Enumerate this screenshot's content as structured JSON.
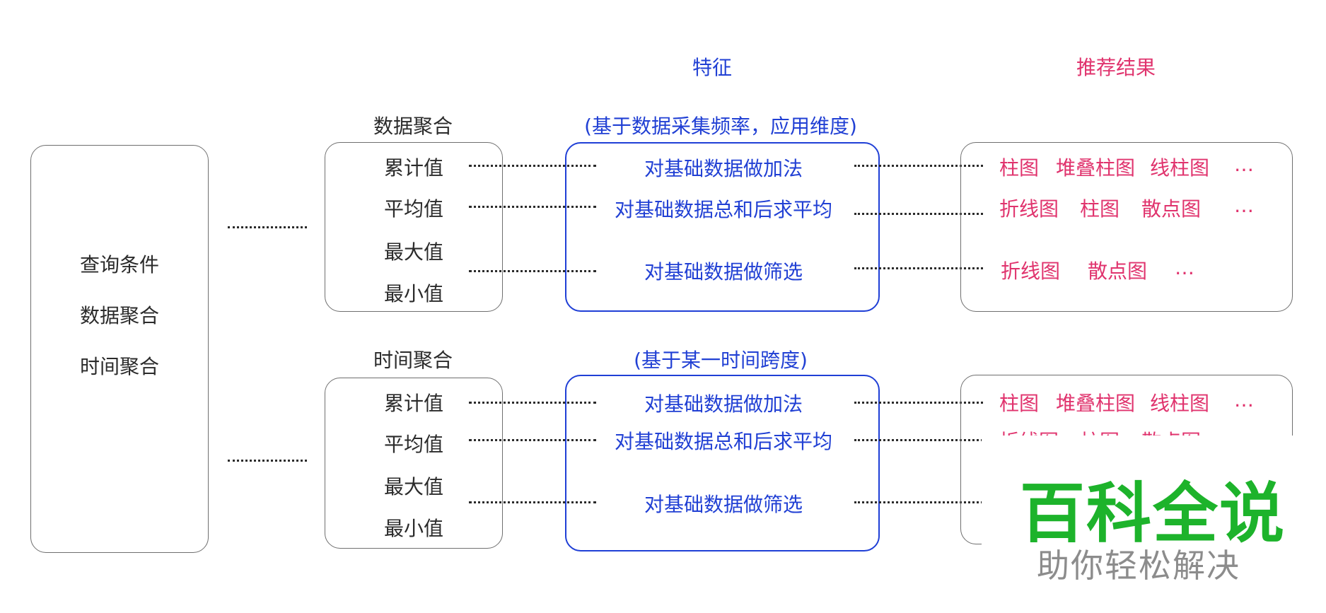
{
  "headers": {
    "feature": "特征",
    "recommendation": "推荐结果"
  },
  "left": {
    "items": [
      "查询条件",
      "数据聚合",
      "时间聚合"
    ]
  },
  "groups": [
    {
      "title": "数据聚合",
      "note": "(基于数据采集频率，应用维度)",
      "metrics": [
        "累计值",
        "平均值",
        "最大值",
        "最小值"
      ],
      "features": [
        "对基础数据做加法",
        "对基础数据总和后求平均",
        "对基础数据做筛选"
      ],
      "results": [
        [
          "柱图",
          "堆叠柱图",
          "线柱图",
          "…"
        ],
        [
          "折线图",
          "柱图",
          "散点图",
          "…"
        ],
        [
          "折线图",
          "散点图",
          "…"
        ]
      ]
    },
    {
      "title": "时间聚合",
      "note": "(基于某一时间跨度)",
      "metrics": [
        "累计值",
        "平均值",
        "最大值",
        "最小值"
      ],
      "features": [
        "对基础数据做加法",
        "对基础数据总和后求平均",
        "对基础数据做筛选"
      ],
      "results": [
        [
          "柱图",
          "堆叠柱图",
          "线柱图",
          "…"
        ],
        [
          "折线图",
          "柱图",
          "散点图",
          "…"
        ]
      ]
    }
  ],
  "watermark": {
    "title": "百科全说",
    "subtitle": "助你轻松解决"
  },
  "colors": {
    "blue": "#2140d4",
    "pink": "#e0336d",
    "gray_border": "#6f6f6f",
    "watermark_green": "#1db32b"
  }
}
